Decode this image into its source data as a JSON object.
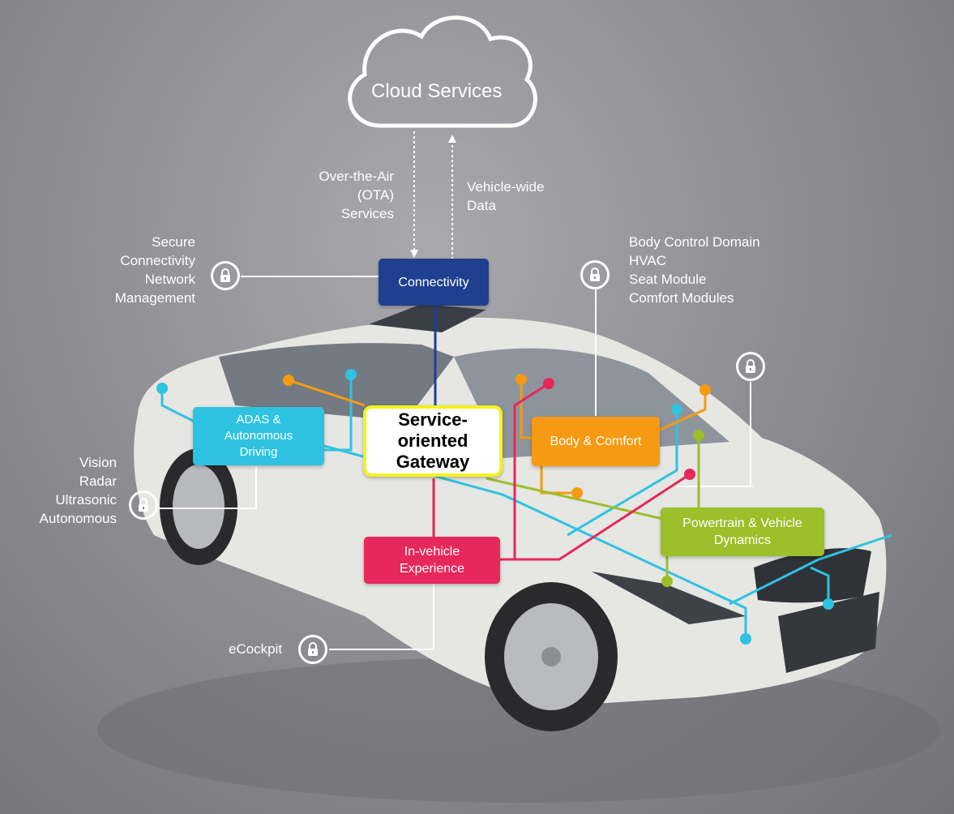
{
  "cloud": {
    "label": "Cloud Services"
  },
  "ota": {
    "line1": "Over-the-Air",
    "line2": "(OTA)",
    "line3": "Services"
  },
  "vehicle_data": {
    "line1": "Vehicle-wide",
    "line2": "Data"
  },
  "secure": {
    "line1": "Secure",
    "line2": "Connectivity",
    "line3": "Network",
    "line4": "Management"
  },
  "body_control": {
    "line1": "Body Control Domain",
    "line2": "HVAC",
    "line3": "Seat Module",
    "line4": "Comfort Modules"
  },
  "sensors": {
    "line1": "Vision",
    "line2": "Radar",
    "line3": "Ultrasonic",
    "line4": "Autonomous"
  },
  "ecockpit": {
    "label": "eCockpit"
  },
  "domains": {
    "connectivity": "Connectivity",
    "adas_line1": "ADAS &",
    "adas_line2": "Autonomous",
    "adas_line3": "Driving",
    "gateway_line1": "Service-",
    "gateway_line2": "oriented",
    "gateway_line3": "Gateway",
    "body_comfort": "Body & Comfort",
    "powertrain_line1": "Powertrain & Vehicle",
    "powertrain_line2": "Dynamics",
    "invehicle_line1": "In-vehicle",
    "invehicle_line2": "Experience"
  },
  "colors": {
    "connectivity": "#1f3f8f",
    "adas": "#2ec3e0",
    "gateway_border": "#f5f21a",
    "body_comfort": "#f59a12",
    "powertrain": "#9cbf2a",
    "invehicle": "#e6285a"
  }
}
